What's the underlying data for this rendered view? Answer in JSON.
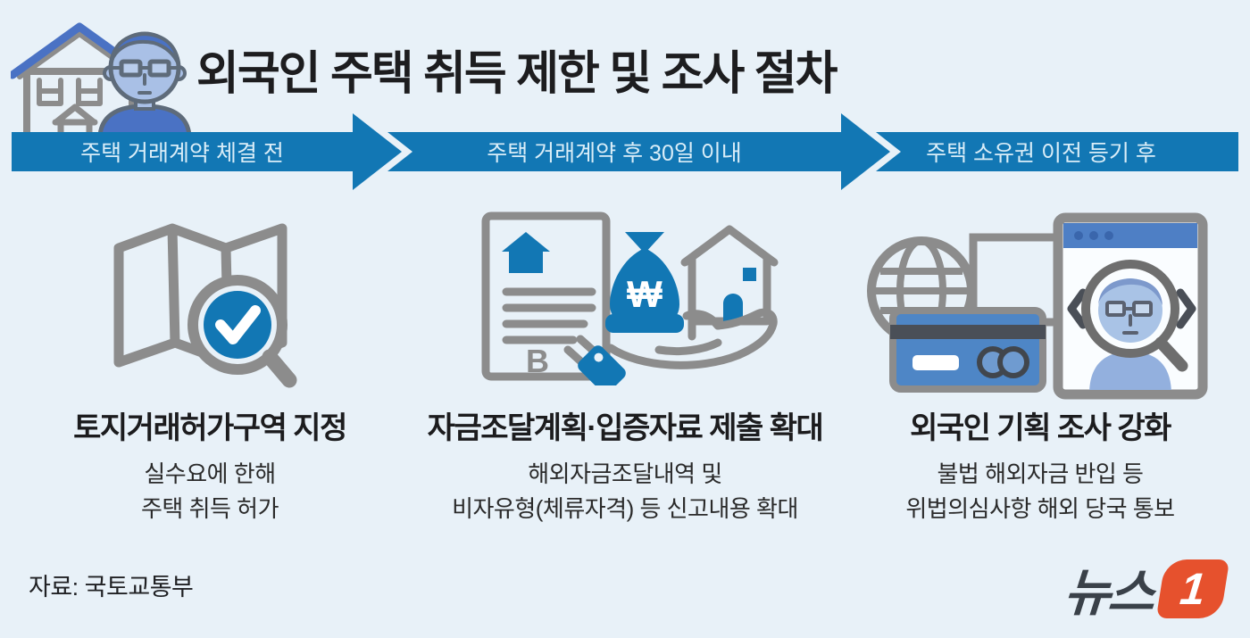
{
  "title": "외국인 주택 취득 제한 및 조사 절차",
  "timeline": {
    "stages": [
      {
        "label": "주택 거래계약 체결 전"
      },
      {
        "label": "주택 거래계약 후 30일 이내"
      },
      {
        "label": "주택 소유권 이전 등기 후"
      }
    ]
  },
  "columns": [
    {
      "icon": "map-check-magnifier-icon",
      "heading": "토지거래허가구역 지정",
      "lines": [
        "실수요에 한해",
        "주택 취득 허가"
      ]
    },
    {
      "icon": "funding-plan-document-money-hand-icon",
      "heading": "자금조달계획·입증자료 제출 확대",
      "lines": [
        "해외자금조달내역 및",
        "비자유형(체류자격) 등 신고내용 확대"
      ],
      "icon_glyphs": {
        "document_letter": "B",
        "currency": "₩"
      }
    },
    {
      "icon": "globe-card-browser-facescan-icon",
      "heading": "외국인 기획 조사 강화",
      "lines": [
        "불법 해외자금 반입 등",
        "위법의심사항 해외 당국 통보"
      ]
    }
  ],
  "footer": {
    "source": "자료: 국토교통부"
  },
  "logo": {
    "text": "뉴스",
    "number": "1"
  },
  "colors": {
    "background": "#E8F1F8",
    "bar_blue": "#1277B4",
    "bar_label": "#D9EDF8",
    "icon_gray": "#8C8C8C",
    "icon_blue": "#1277B4",
    "person_blue": "#4A72C4",
    "person_skin": "#A9C0E6",
    "card_blue": "#4E86C6",
    "logo_orange": "#E6512D",
    "logo_text": "#3A4149",
    "title_text": "#1D1D1F"
  }
}
